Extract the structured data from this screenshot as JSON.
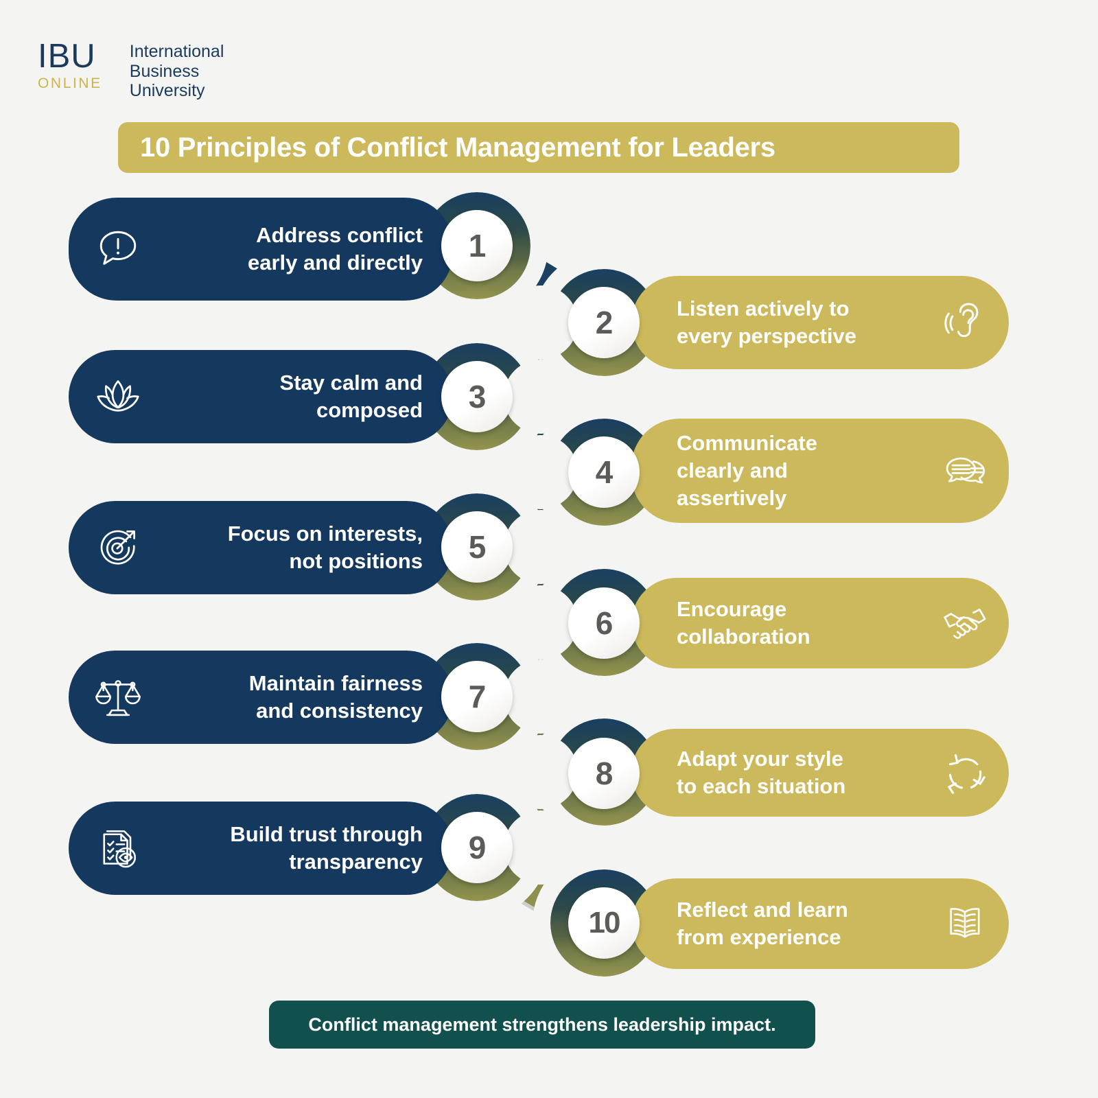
{
  "brand": {
    "mark": "IBU",
    "mark_sub": "ONLINE",
    "name_line1": "International",
    "name_line2": "Business",
    "name_line3": "University",
    "navy": "#1b3a5c",
    "gold": "#c9b54e"
  },
  "header": {
    "title": "10 Principles of Conflict Management for Leaders",
    "banner_color": "#ccb95c",
    "title_color": "#ffffff"
  },
  "palette": {
    "navy": "#15395e",
    "gold": "#ccb95c",
    "footer_green": "#11504c",
    "background": "#f4f4f2",
    "number_color": "#5b5b57",
    "chain_start": "#1b3f62",
    "chain_end": "#9a9a4e"
  },
  "principles": [
    {
      "number": "1",
      "line1": "Address conflict",
      "line2": "early and directly",
      "line3": "",
      "side": "left",
      "icon": "speech-bubble-alert-icon",
      "pill_color": "#15395e",
      "ring_color": "#1b3f62"
    },
    {
      "number": "2",
      "line1": "Listen actively to",
      "line2": "every perspective",
      "line3": "",
      "side": "right",
      "icon": "ear-listening-icon",
      "pill_color": "#ccb95c",
      "ring_color": "#1f4258"
    },
    {
      "number": "3",
      "line1": "Stay calm and",
      "line2": "composed",
      "line3": "",
      "side": "left",
      "icon": "lotus-flower-icon",
      "pill_color": "#15395e",
      "ring_color": "#27474f"
    },
    {
      "number": "4",
      "line1": "Communicate",
      "line2": "clearly and",
      "line3": "assertively",
      "side": "right",
      "icon": "two-speech-bubbles-icon",
      "pill_color": "#ccb95c",
      "ring_color": "#2f4a47"
    },
    {
      "number": "5",
      "line1": "Focus on interests,",
      "line2": "not positions",
      "line3": "",
      "side": "left",
      "icon": "target-arrow-icon",
      "pill_color": "#15395e",
      "ring_color": "#4a5c46"
    },
    {
      "number": "6",
      "line1": "Encourage",
      "line2": "collaboration",
      "line3": "",
      "side": "right",
      "icon": "handshake-icon",
      "pill_color": "#ccb95c",
      "ring_color": "#556343"
    },
    {
      "number": "7",
      "line1": "Maintain fairness",
      "line2": "and consistency",
      "line3": "",
      "side": "left",
      "icon": "balance-scales-icon",
      "pill_color": "#15395e",
      "ring_color": "#717a49"
    },
    {
      "number": "8",
      "line1": "Adapt your style",
      "line2": "to each situation",
      "line3": "",
      "side": "right",
      "icon": "circular-arrows-icon",
      "pill_color": "#ccb95c",
      "ring_color": "#77804a"
    },
    {
      "number": "9",
      "line1": "Build trust through",
      "line2": "transparency",
      "line3": "",
      "side": "left",
      "icon": "checklist-eye-icon",
      "pill_color": "#15395e",
      "ring_color": "#87894c"
    },
    {
      "number": "10",
      "line1": "Reflect and learn",
      "line2": "from experience",
      "line3": "",
      "side": "right",
      "icon": "open-book-icon",
      "pill_color": "#ccb95c",
      "ring_color": "#91914e"
    }
  ],
  "footer": {
    "text": "Conflict management strengthens leadership impact.",
    "color": "#11504c"
  }
}
